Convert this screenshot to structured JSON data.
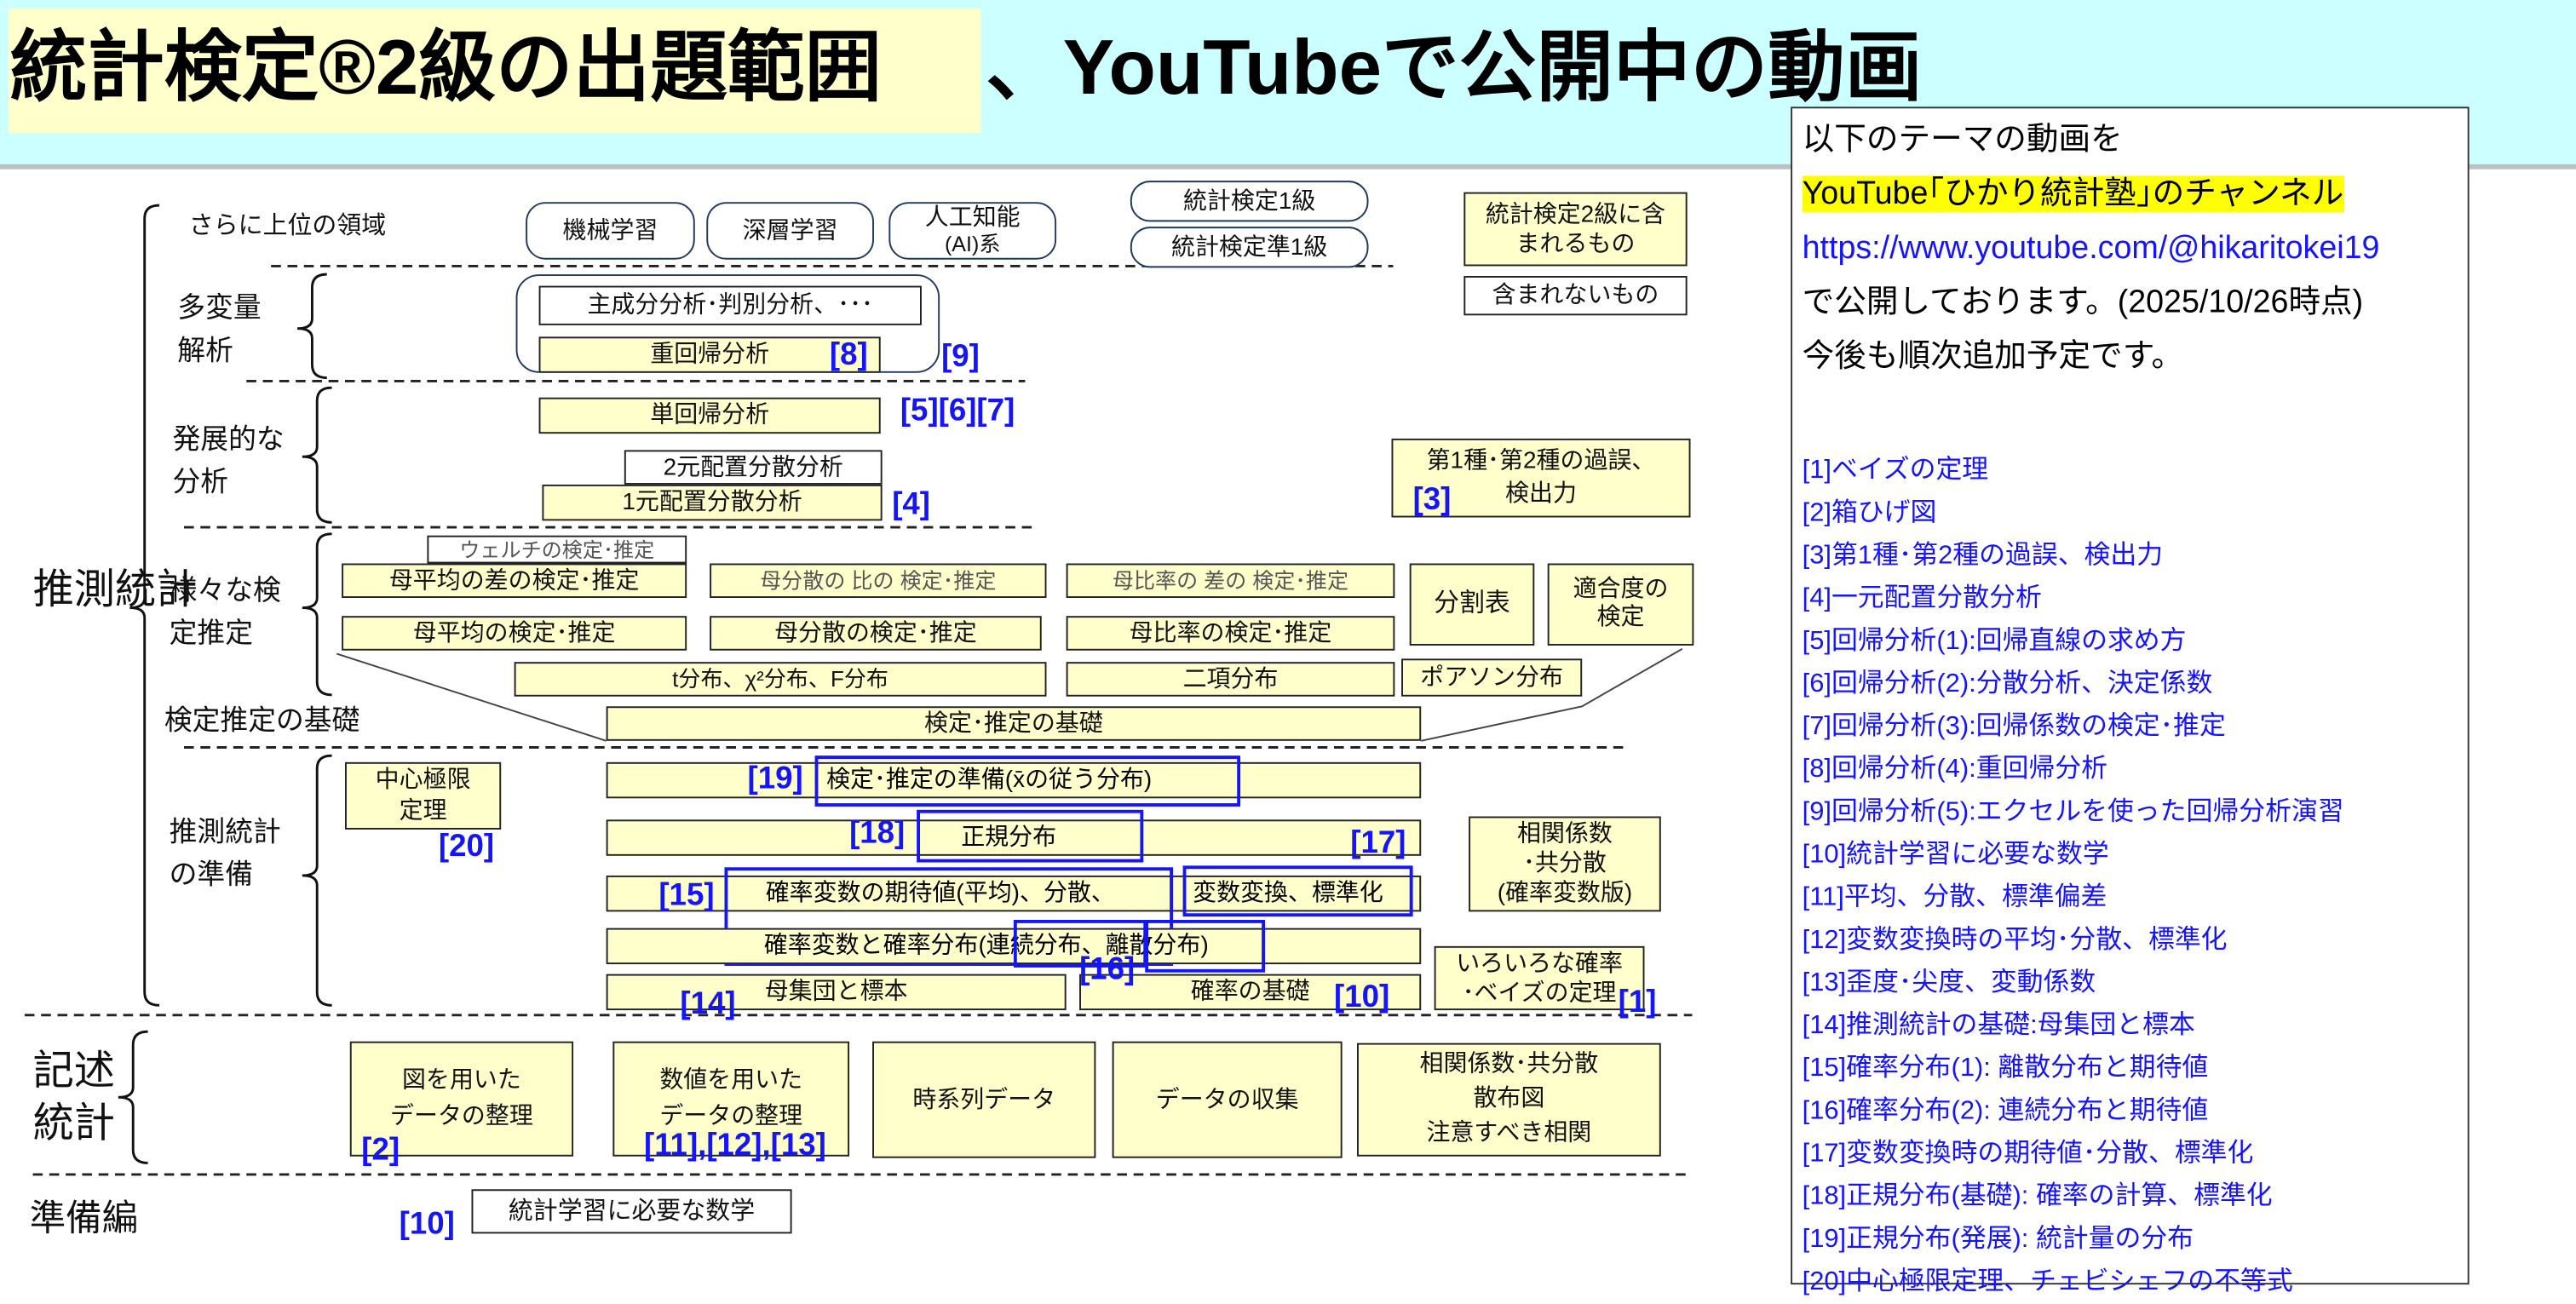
{
  "header": {
    "title_highlight": "統計検定®2級の出題範囲",
    "title_rest": "、YouTubeで公開中の動画"
  },
  "colors": {
    "included": "#ffffcc",
    "excluded": "#ffffff",
    "reference": "#1414ff",
    "header_bg": "#ccffff",
    "channel_highlight": "#ffff00"
  },
  "sections": {
    "inferential": "推測統計",
    "descriptive": "記述統計",
    "prep": "準備編",
    "higher": "さらに上位の領域",
    "multivariate": "多変量解析",
    "advanced": "発展的な分析",
    "various_tests": "様々な検定推定",
    "test_basics": "検定推定の基礎",
    "inference_prep": "推測統計の準備"
  },
  "legend": {
    "included": "統計検定2級に含まれるもの",
    "excluded": "含まれないもの"
  },
  "higher": {
    "ml": "機械学習",
    "dl": "深層学習",
    "ai_1": "人工知能",
    "ai_2": "(AI)系",
    "grade1": "統計検定1級",
    "pre1": "統計検定準1級"
  },
  "multivariate": {
    "pca": "主成分分析･判別分析、･･･",
    "multi_reg": "重回帰分析"
  },
  "advanced": {
    "simple_reg": "単回帰分析",
    "anova2": "2元配置分散分析",
    "anova1": "1元配置分散分析",
    "errors_1": "第1種･第2種の過誤、",
    "errors_2": "検出力"
  },
  "tests": {
    "welch": "ウェルチの検定･推定",
    "mean_diff": "母平均の差の検定･推定",
    "var_ratio": "母分散の 比の 検定･推定",
    "prop_diff": "母比率の 差の 検定･推定",
    "contingency": "分割表",
    "gof_1": "適合度の",
    "gof_2": "検定",
    "mean": "母平均の検定･推定",
    "var": "母分散の検定･推定",
    "prop": "母比率の検定･推定",
    "tchif": "t分布、χ²分布、F分布",
    "binom": "二項分布",
    "poisson": "ポアソン分布",
    "basics": "検定･推定の基礎"
  },
  "prep": {
    "clt_1": "中心極限",
    "clt_2": "定理",
    "xbar": "検定･推定の準備(x̄の従う分布)",
    "normal": "正規分布",
    "expect": "確率変数の期待値(平均)、分散、",
    "transform": "変数変換、標準化",
    "rv_dist": "確率変数と確率分布(",
    "continuous": "連続分布、",
    "discrete": "離散分布)",
    "population": "母集団と標本",
    "prob_basics": "確率の基礎",
    "corr_rv_1": "相関係数",
    "corr_rv_2": "･共分散",
    "corr_rv_3": "(確率変数版)",
    "bayes_1": "いろいろな確率",
    "bayes_2": "･ベイズの定理"
  },
  "descriptive": {
    "graph_1": "図を用いた",
    "graph_2": "データの整理",
    "num_1": "数値を用いた",
    "num_2": "データの整理",
    "ts": "時系列データ",
    "collect": "データの収集",
    "corr_1": "相関係数･共分散",
    "corr_2": "散布図",
    "corr_3": "注意すべき相関"
  },
  "basics": {
    "math": "統計学習に必要な数学"
  },
  "refs": {
    "r1": "[1]",
    "r2": "[2]",
    "r3": "[3]",
    "r4": "[4]",
    "r567": "[5][6][7]",
    "r8": "[8]",
    "r9": "[9]",
    "r10a": "[10]",
    "r10b": "[10]",
    "r111213": "[11],[12],[13]",
    "r14": "[14]",
    "r15": "[15]",
    "r16": "[16]",
    "r17": "[17]",
    "r18": "[18]",
    "r19": "[19]",
    "r20": "[20]"
  },
  "panel": {
    "line1": "以下のテーマの動画を",
    "line2": "YouTube｢ひかり統計塾｣のチャンネル",
    "url": "https://www.youtube.com/@hikaritokei19",
    "line4": "で公開しております。(2025/10/26時点)",
    "line5": "今後も順次追加予定です。",
    "items": [
      "[1]ベイズの定理",
      "[2]箱ひげ図",
      "[3]第1種･第2種の過誤、検出力",
      "[4]一元配置分散分析",
      "[5]回帰分析(1):回帰直線の求め方",
      "[6]回帰分析(2):分散分析、決定係数",
      "[7]回帰分析(3):回帰係数の検定･推定",
      "[8]回帰分析(4):重回帰分析",
      "[9]回帰分析(5):エクセルを使った回帰分析演習",
      "[10]統計学習に必要な数学",
      "[11]平均、分散、標準偏差",
      "[12]変数変換時の平均･分散、標準化",
      "[13]歪度･尖度、変動係数",
      "[14]推測統計の基礎:母集団と標本",
      "[15]確率分布(1): 離散分布と期待値",
      "[16]確率分布(2): 連続分布と期待値",
      "[17]変数変換時の期待値･分散、標準化",
      "[18]正規分布(基礎): 確率の計算、標準化",
      "[19]正規分布(発展): 統計量の分布",
      "[20]中心極限定理、チェビシェフの不等式"
    ]
  }
}
